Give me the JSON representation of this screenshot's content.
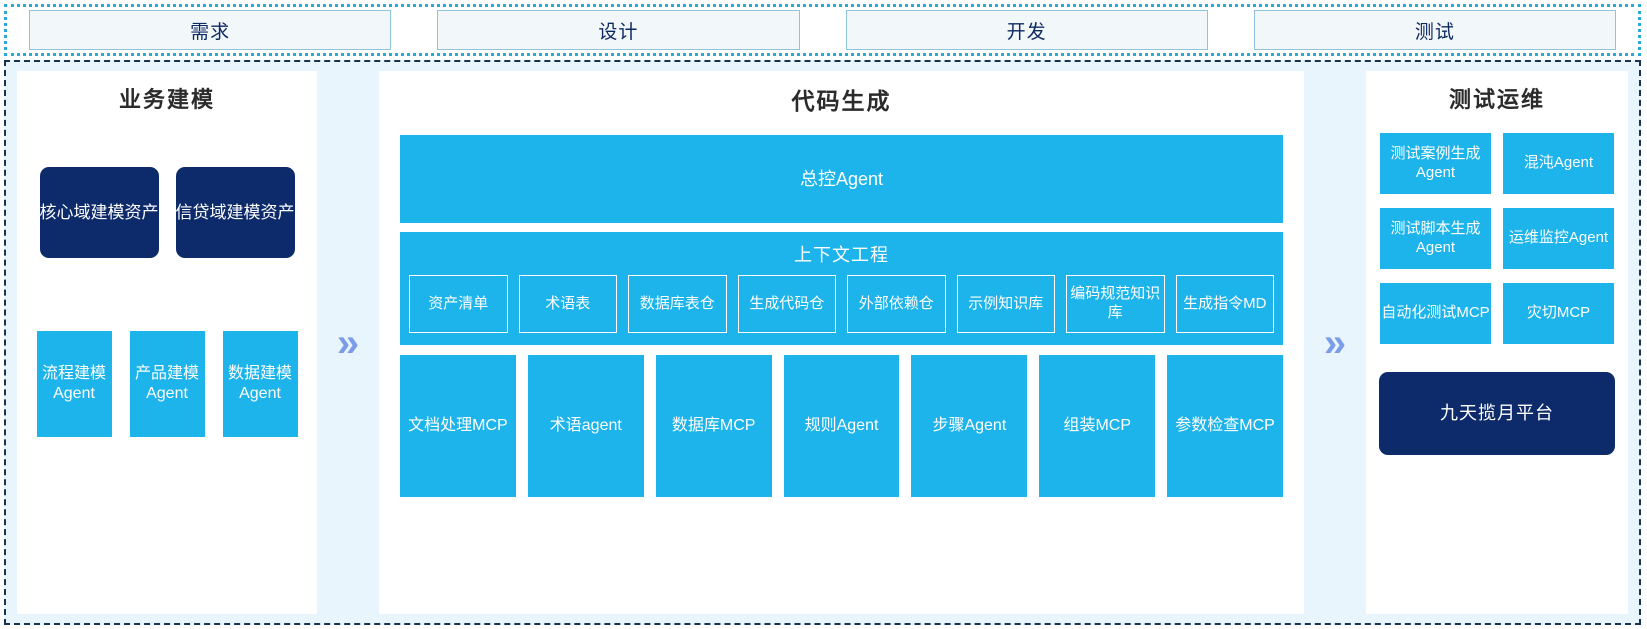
{
  "phases": [
    {
      "label": "需求"
    },
    {
      "label": "设计"
    },
    {
      "label": "开发"
    },
    {
      "label": "测试"
    }
  ],
  "arrows": {
    "glyph": "»"
  },
  "colors": {
    "accent_blue": "#1DB4EC",
    "navy": "#0D2A6B",
    "panel_bg": "#E9F5FD",
    "arrow": "#7B9CE8",
    "phase_fill": "#F2F7FA",
    "phase_border": "#8FC4DC"
  },
  "left_panel": {
    "title": "业务建模",
    "assets": [
      {
        "label": "核心域建模资产"
      },
      {
        "label": "信贷域建模资产"
      }
    ],
    "agents": [
      {
        "label": "流程建模Agent"
      },
      {
        "label": "产品建模Agent"
      },
      {
        "label": "数据建模Agent"
      }
    ]
  },
  "center_panel": {
    "title": "代码生成",
    "master_agent": "总控Agent",
    "context_engineering": {
      "title": "上下文工程",
      "items": [
        {
          "label": "资产清单"
        },
        {
          "label": "术语表"
        },
        {
          "label": "数据库表仓"
        },
        {
          "label": "生成代码仓"
        },
        {
          "label": "外部依赖仓"
        },
        {
          "label": "示例知识库"
        },
        {
          "label": "编码规范知识库"
        },
        {
          "label": "生成指令MD"
        }
      ]
    },
    "tools": [
      {
        "label": "文档处理MCP"
      },
      {
        "label": "术语agent"
      },
      {
        "label": "数据库MCP"
      },
      {
        "label": "规则Agent"
      },
      {
        "label": "步骤Agent"
      },
      {
        "label": "组装MCP"
      },
      {
        "label": "参数检查MCP"
      }
    ]
  },
  "right_panel": {
    "title": "测试运维",
    "items": [
      {
        "label": "测试案例生成Agent"
      },
      {
        "label": "混沌Agent"
      },
      {
        "label": "测试脚本生成Agent"
      },
      {
        "label": "运维监控Agent"
      },
      {
        "label": "自动化测试MCP"
      },
      {
        "label": "灾切MCP"
      }
    ],
    "platform": "九天揽月平台"
  }
}
